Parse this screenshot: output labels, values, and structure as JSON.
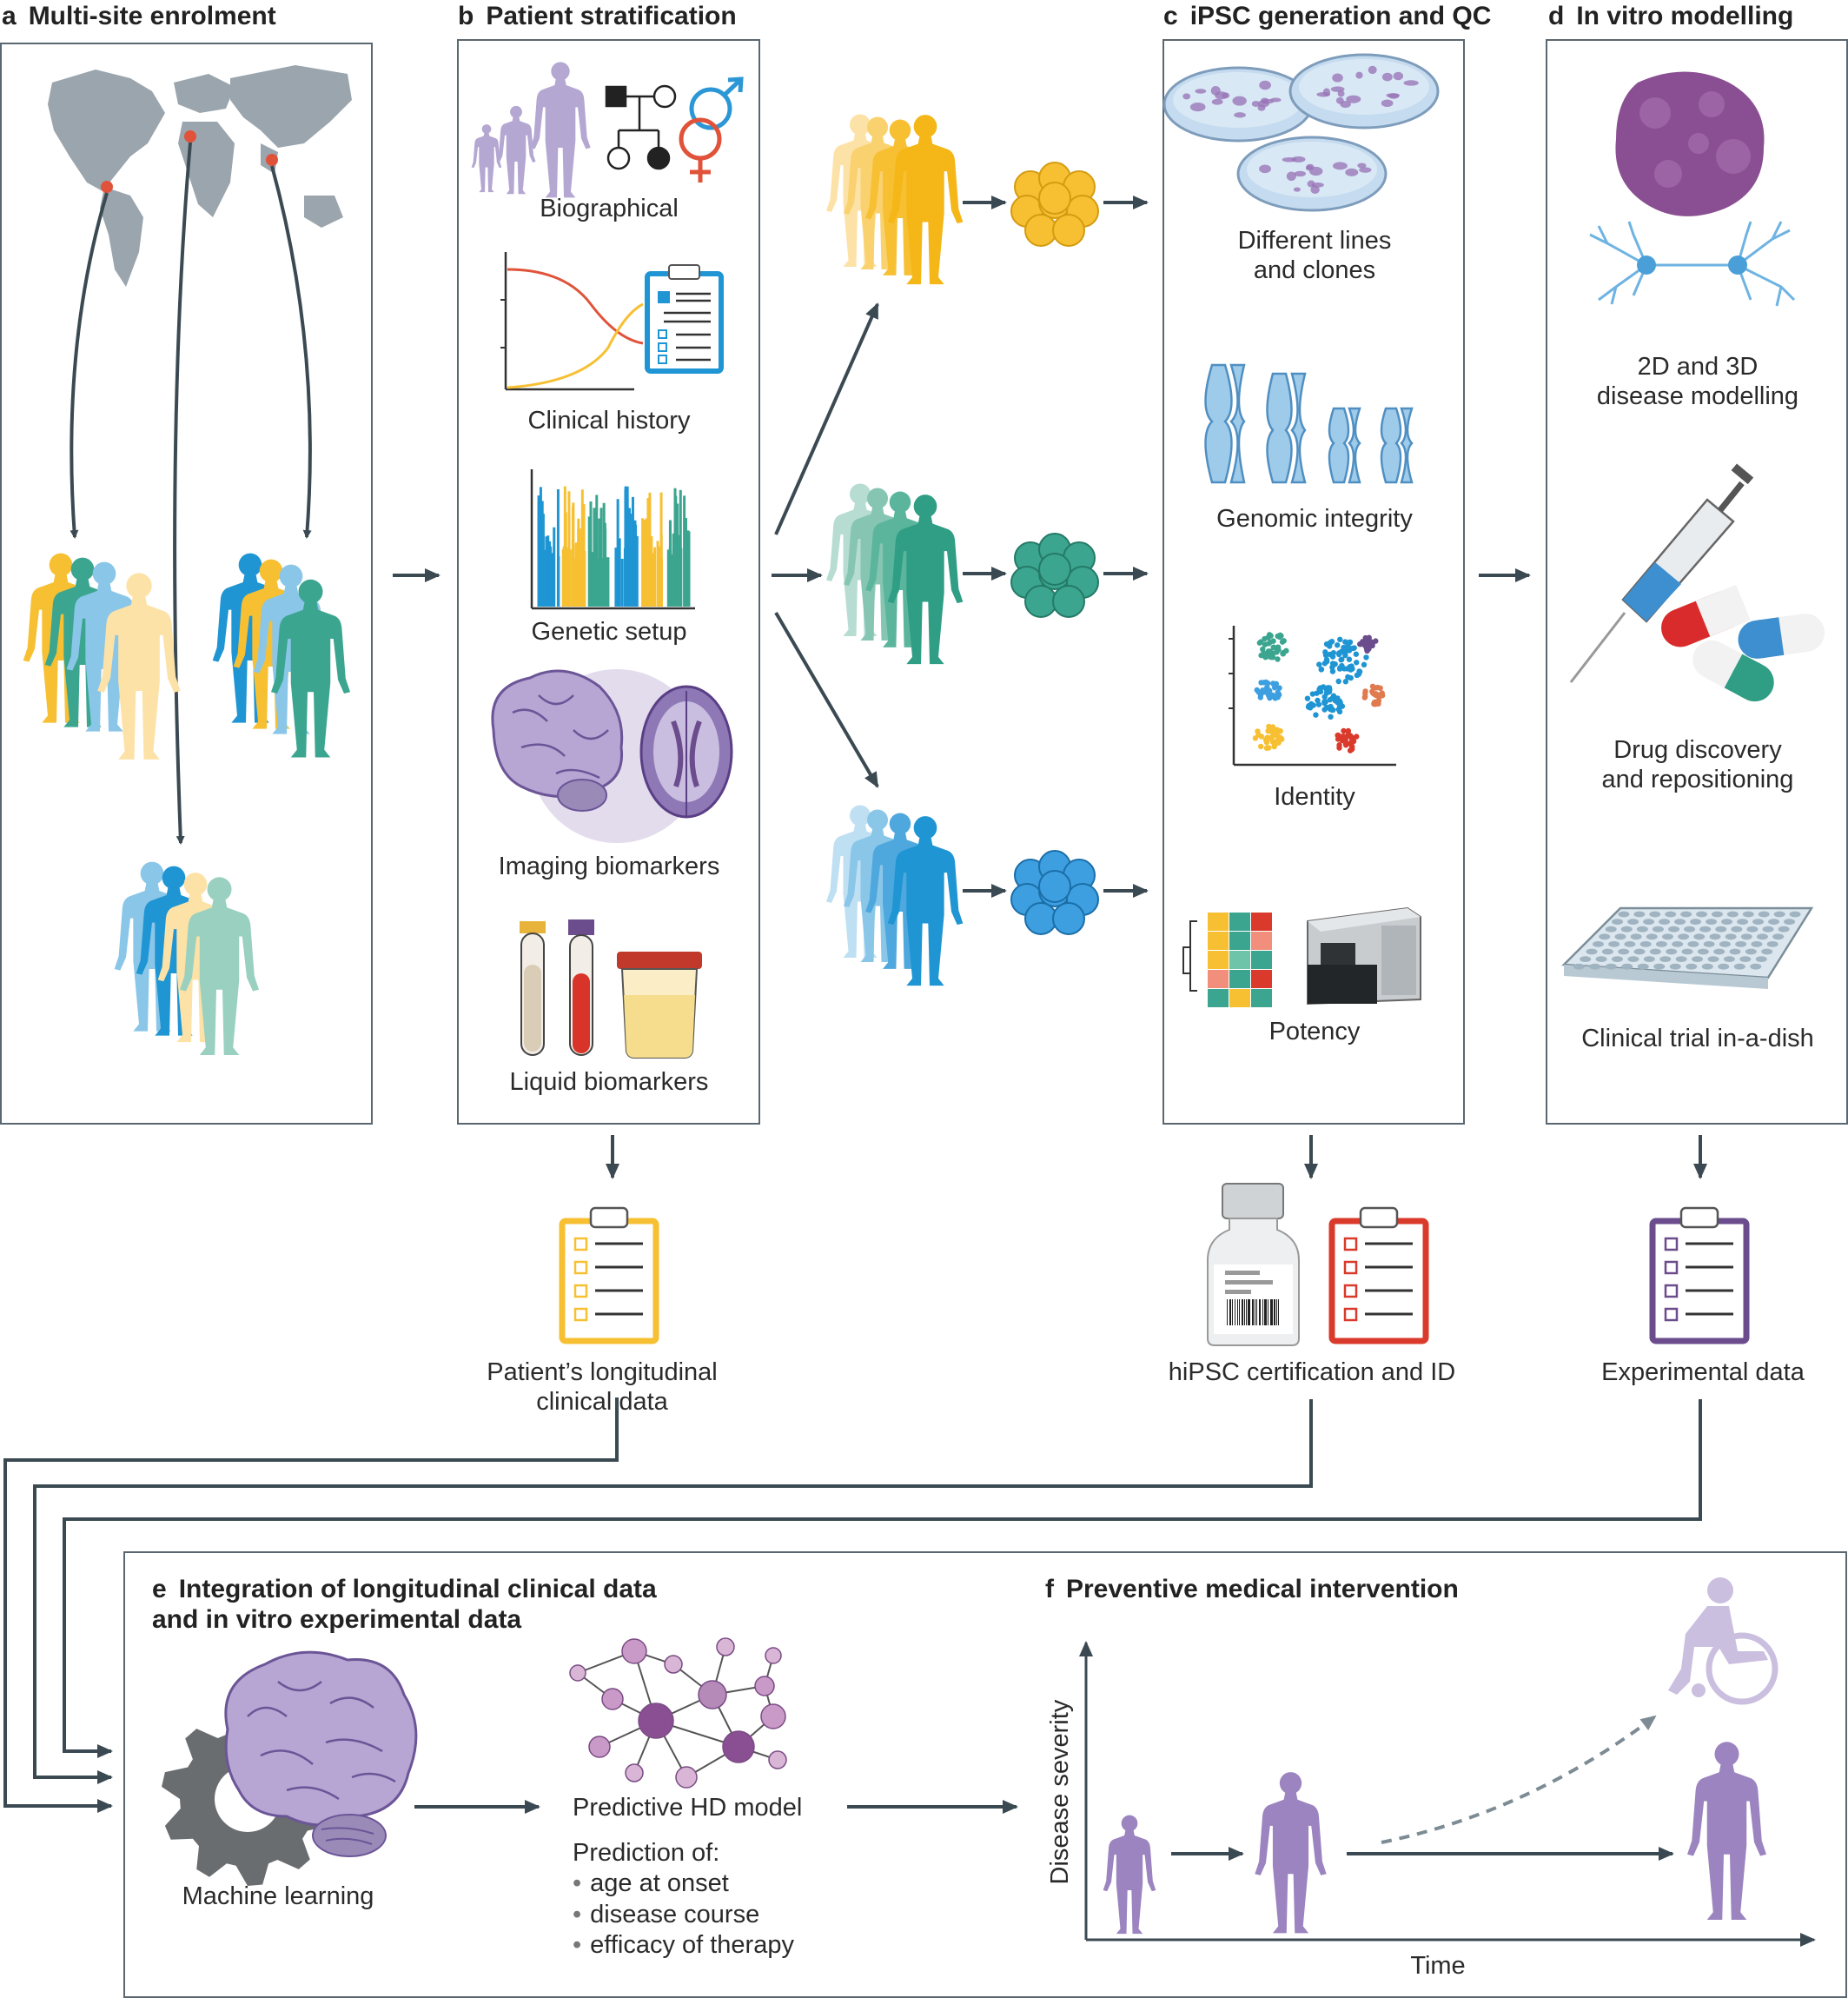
{
  "panels": {
    "a": {
      "letter": "a",
      "title": "Multi-site enrolment"
    },
    "b": {
      "letter": "b",
      "title": "Patient stratification",
      "items": [
        "Biographical",
        "Clinical history",
        "Genetic setup",
        "Imaging biomarkers",
        "Liquid biomarkers"
      ]
    },
    "c": {
      "letter": "c",
      "title": "iPSC generation and QC",
      "items": [
        "Different lines\nand clones",
        "Genomic integrity",
        "Identity",
        "Potency"
      ]
    },
    "d": {
      "letter": "d",
      "title": "In vitro modelling",
      "items": [
        "2D and 3D\ndisease modelling",
        "Drug discovery\nand repositioning",
        "Clinical trial in-a-dish"
      ]
    },
    "e": {
      "letter": "e",
      "title": "Integration of longitudinal clinical data\nand in vitro experimental data",
      "machine_learning": "Machine learning",
      "model": "Predictive HD model",
      "prediction_heading": "Prediction of:",
      "predictions": [
        "age at onset",
        "disease course",
        "efficacy of therapy"
      ]
    },
    "f": {
      "letter": "f",
      "title": "Preventive medical intervention",
      "y_axis": "Disease severity",
      "x_axis": "Time"
    }
  },
  "outputs": {
    "clinical": "Patient’s longitudinal\nclinical data",
    "certification": "hiPSC certification and ID",
    "experimental": "Experimental data"
  },
  "colors": {
    "yellow": "#f7c033",
    "teal": "#3ba58f",
    "blue": "#1f95d3",
    "lightblue": "#8ac6e8",
    "purple": "#9b84bf",
    "darkpurple": "#6b4c8c",
    "red": "#d93a2b",
    "arrow": "#3b4a52"
  },
  "icons": [
    "world-map-icon",
    "people-group-icon",
    "pedigree-icon",
    "gender-symbol-icon",
    "clipboard-icon",
    "manhattan-plot-icon",
    "brain-icon",
    "blood-tube-icon",
    "urine-cup-icon",
    "cell-cluster-icon",
    "petri-dish-icon",
    "chromosome-icon",
    "cluster-plot-icon",
    "heatmap-icon",
    "sequencer-icon",
    "organoid-icon",
    "neuron-icon",
    "syringe-icon",
    "pill-icon",
    "well-plate-icon",
    "vial-icon",
    "gear-icon",
    "network-icon",
    "wheelchair-icon",
    "person-icon"
  ]
}
